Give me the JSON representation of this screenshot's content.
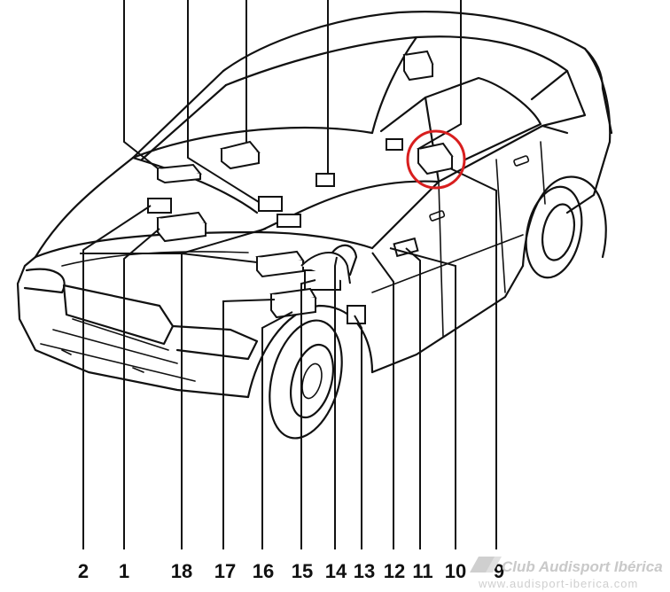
{
  "callouts": [
    {
      "label": "2"
    },
    {
      "label": "1"
    },
    {
      "label": "18"
    },
    {
      "label": "17"
    },
    {
      "label": "16"
    },
    {
      "label": "15"
    },
    {
      "label": "14"
    },
    {
      "label": "13"
    },
    {
      "label": "12"
    },
    {
      "label": "11"
    },
    {
      "label": "10"
    },
    {
      "label": "9"
    }
  ],
  "highlight": {
    "target": "module-9",
    "color": "#d81e1e"
  },
  "watermark": {
    "title": "Club Audisport Ibérica",
    "url": "www.audisport-iberica.com",
    "logo": "audisport-logo"
  }
}
